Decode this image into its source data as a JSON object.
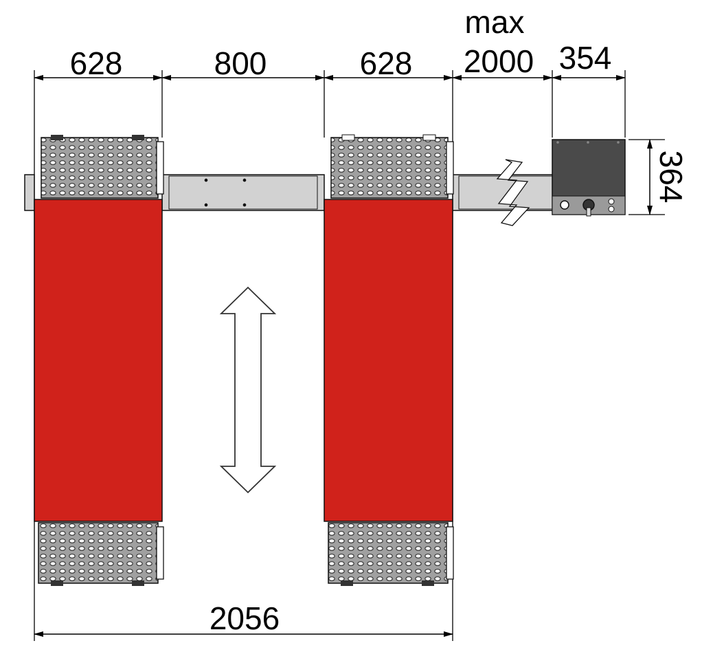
{
  "dimensions": {
    "platform_width_left": "628",
    "gap_between_platforms": "800",
    "platform_width_right": "628",
    "hose_max_label": "max",
    "hose_max_value": "2000",
    "control_unit_width": "354",
    "control_unit_depth": "364",
    "overall_width": "2056"
  },
  "colors": {
    "platform_red": "#d0221b",
    "plate_gray": "#9a9a9a",
    "beam_gray": "#d2d2d2",
    "control_unit": "#4a4a4a",
    "outline": "#111111"
  },
  "icons": {
    "movement_arrow": "double-vertical-arrow",
    "break_symbol": "zigzag-break"
  }
}
